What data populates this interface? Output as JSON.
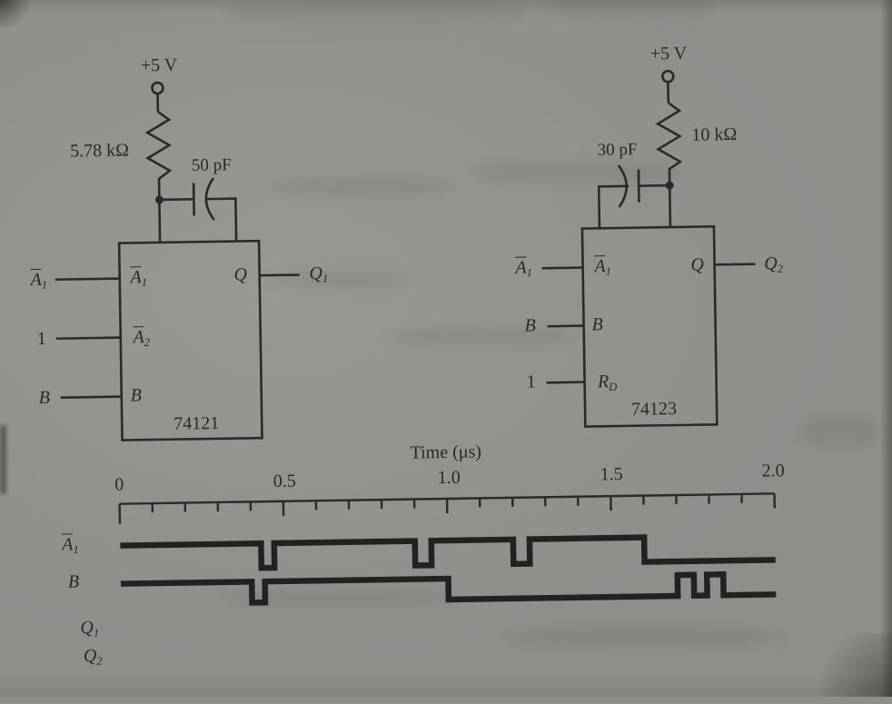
{
  "figure": {
    "circuits": [
      {
        "name": "74121 one-shot",
        "supply_label": "+5 V",
        "resistor_label": "5.78 kΩ",
        "capacitor_label": "50 pF",
        "chip_label": "74121",
        "inputs": [
          {
            "external": [
              [
                "A",
                "ov"
              ],
              [
                "1",
                "sub"
              ]
            ],
            "pin": [
              [
                "A",
                "ov"
              ],
              [
                "1",
                "sub"
              ]
            ]
          },
          {
            "external": [
              [
                "1",
                ""
              ]
            ],
            "pin": [
              [
                "A",
                "ov"
              ],
              [
                "2",
                "sub"
              ]
            ]
          },
          {
            "external": [
              [
                "B",
                ""
              ]
            ],
            "pin": [
              [
                "B",
                ""
              ]
            ]
          }
        ],
        "output": {
          "pin": [
            [
              "Q",
              ""
            ]
          ],
          "external": [
            [
              "Q",
              ""
            ],
            [
              "1",
              "sub"
            ]
          ]
        }
      },
      {
        "name": "74123 one-shot",
        "supply_label": "+5 V",
        "resistor_label": "10 kΩ",
        "capacitor_label": "30 pF",
        "chip_label": "74123",
        "inputs": [
          {
            "external": [
              [
                "A",
                "ov"
              ],
              [
                "1",
                "sub"
              ]
            ],
            "pin": [
              [
                "A",
                "ov"
              ],
              [
                "1",
                "sub"
              ]
            ]
          },
          {
            "external": [
              [
                "B",
                ""
              ]
            ],
            "pin": [
              [
                "B",
                ""
              ]
            ]
          },
          {
            "external": [
              [
                "1",
                ""
              ]
            ],
            "pin": [
              [
                "R",
                ""
              ],
              [
                "D",
                "sub"
              ]
            ]
          }
        ],
        "output": {
          "pin": [
            [
              "Q",
              ""
            ]
          ],
          "external": [
            [
              "Q",
              ""
            ],
            [
              "2",
              "sub"
            ]
          ]
        }
      }
    ],
    "timing": {
      "title": "Time (μs)",
      "row_labels": [
        [
          [
            "A",
            "ov"
          ],
          [
            "1",
            "sub"
          ]
        ],
        [
          [
            "B",
            ""
          ]
        ],
        [
          [
            "Q",
            ""
          ],
          [
            "1",
            "sub"
          ]
        ],
        [
          [
            "Q",
            ""
          ],
          [
            "2",
            "sub"
          ]
        ]
      ]
    }
  },
  "chart_data": {
    "type": "line",
    "subtype": "digital-timing",
    "title": "Time (μs)",
    "xlabel": "Time (μs)",
    "ylabel": "",
    "xlim": [
      0,
      2.0
    ],
    "x_minor_step": 0.1,
    "x_major_ticks": [
      0,
      0.5,
      1.0,
      1.5,
      2.0
    ],
    "tick_labels": [
      "0",
      "0.5",
      "1.0",
      "1.5",
      "2.0"
    ],
    "grid": false,
    "legend_position": "left-row-labels",
    "series": [
      {
        "name": "A1_bar",
        "steps": [
          [
            0,
            1
          ],
          [
            0.43,
            0
          ],
          [
            0.47,
            1
          ],
          [
            0.9,
            0
          ],
          [
            0.95,
            1
          ],
          [
            1.2,
            0
          ],
          [
            1.25,
            1
          ],
          [
            1.6,
            0
          ],
          [
            2.0,
            0
          ]
        ]
      },
      {
        "name": "B",
        "steps": [
          [
            0,
            1
          ],
          [
            0.4,
            0
          ],
          [
            0.44,
            1
          ],
          [
            1.0,
            0
          ],
          [
            1.7,
            1
          ],
          [
            1.75,
            0
          ],
          [
            1.79,
            1
          ],
          [
            1.84,
            0
          ],
          [
            2.0,
            0
          ]
        ]
      },
      {
        "name": "Q1",
        "steps": []
      },
      {
        "name": "Q2",
        "steps": []
      }
    ]
  }
}
